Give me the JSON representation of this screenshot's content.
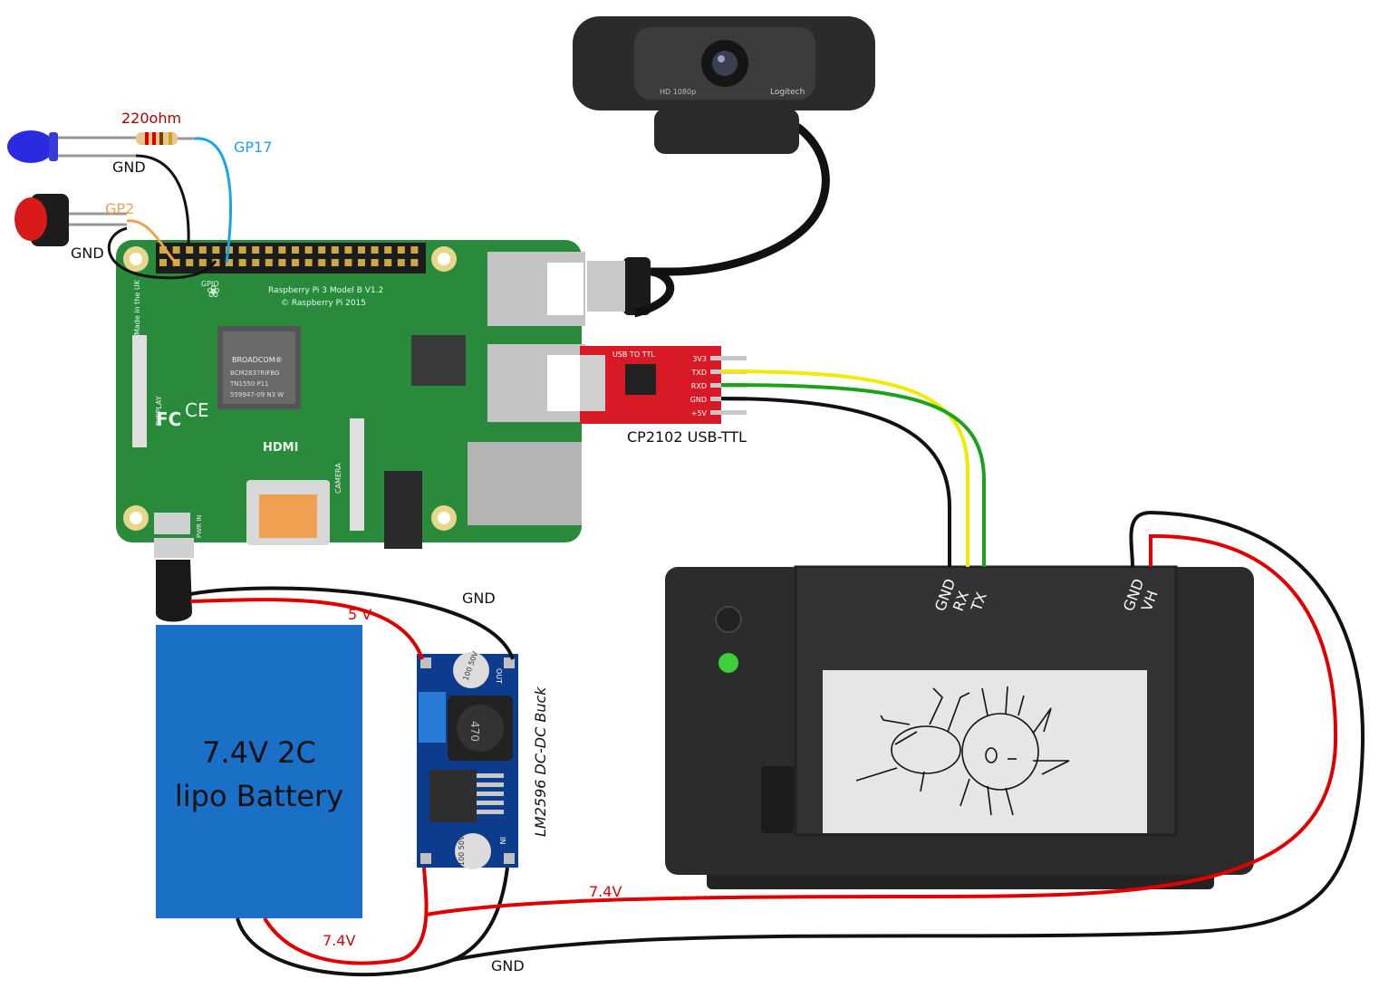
{
  "labels": {
    "resistor": "220ohm",
    "gp17": "GP17",
    "gp2": "GP2",
    "gnd_led": "GND",
    "gnd_button": "GND",
    "gnd_pi_buck": "GND",
    "five_v": "5 V",
    "seven_v_battery": "7.4V",
    "seven_v_printer": "7.4V",
    "gnd_bottom": "GND",
    "usb_ttl_name": "CP2102 USB-TTL",
    "buck_name": "LM2596 DC-DC Buck",
    "battery_line1": "7.4V 2C",
    "battery_line2": "lipo Battery"
  },
  "pi": {
    "model_line1": "Raspberry Pi 3 Model B V1.2",
    "model_line2": "© Raspberry Pi 2015",
    "made_in": "Made in the UK",
    "gpio": "GPIO",
    "chip_brand": "BROADCOM®",
    "chip_line1": "BCM2837RIFBG",
    "chip_line2": "TN1550 P11",
    "chip_line3": "559947-09 N3 W",
    "hdmi": "HDMI",
    "display": "DISPLAY",
    "camera": "CAMERA",
    "pwr_in": "PWR IN",
    "fcc": "FC",
    "ce": "CE"
  },
  "webcam": {
    "brand": "Logitech",
    "res": "HD 1080p"
  },
  "usb_ttl": {
    "title": "USB TO TTL",
    "pins": [
      "3V3",
      "TXD",
      "RXD",
      "GND",
      "+5V"
    ]
  },
  "buck": {
    "cap_top": "100 50V",
    "inductor": "470",
    "cap_bottom": "100 50V",
    "out": "OUT",
    "in": "IN"
  },
  "printer": {
    "pins_left": [
      "GND",
      "RX",
      "TX"
    ],
    "pins_right": [
      "GND",
      "VH"
    ]
  },
  "colors": {
    "wire_black": "#111111",
    "wire_red": "#e00000",
    "wire_yellow": "#f2ea00",
    "wire_green": "#1aa31a",
    "wire_blue": "#1aa3e8",
    "wire_orange": "#f0a050",
    "pi_green": "#2a8a3c",
    "battery_blue": "#1a6fc6",
    "ttl_red": "#d81a26",
    "buck_blue": "#0e3c8c",
    "label_resistor": "#b00000",
    "label_gp17": "#1aa3e8",
    "label_gp2": "#f0a050",
    "label_red": "#e00000"
  }
}
